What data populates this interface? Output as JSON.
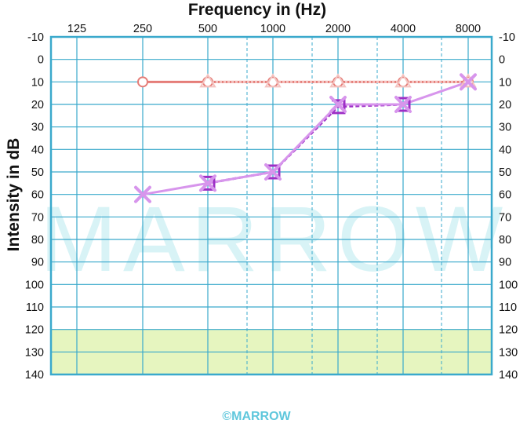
{
  "chart_data": {
    "type": "line",
    "title": "Frequency in (Hz)",
    "xlabel": "Frequency in (Hz)",
    "ylabel": "Intensity in dB",
    "x_categories": [
      "125",
      "250",
      "500",
      "1000",
      "2000",
      "4000",
      "8000"
    ],
    "x_dashed_categories": [
      "750",
      "1500",
      "3000",
      "6000"
    ],
    "y_ticks": [
      -10,
      0,
      10,
      20,
      30,
      40,
      50,
      60,
      70,
      80,
      90,
      100,
      110,
      120,
      130,
      140
    ],
    "ylim": [
      -10,
      140
    ],
    "y_inverted": true,
    "grid": true,
    "shaded_band": {
      "from": 120,
      "to": 140,
      "color": "#e6f5bf"
    },
    "series": [
      {
        "marker": "circle",
        "color": "#e57d78",
        "style": "solid",
        "x": [
          "250",
          "500",
          "1000",
          "2000",
          "4000",
          "8000"
        ],
        "values": [
          10,
          10,
          10,
          10,
          10,
          10
        ]
      },
      {
        "marker": "triangle",
        "color": "#f4c3c0",
        "style": "dashed",
        "x": [
          "500",
          "1000",
          "2000",
          "4000",
          "8000"
        ],
        "values": [
          10,
          10,
          10,
          10,
          10
        ]
      },
      {
        "marker": "bracket",
        "color": "#9d2fc6",
        "style": "dashed",
        "x": [
          "500",
          "1000",
          "2000",
          "4000"
        ],
        "values": [
          55,
          50,
          21,
          20
        ]
      },
      {
        "marker": "cross",
        "color": "#d795ec",
        "style": "solid",
        "x": [
          "250",
          "500",
          "1000",
          "2000",
          "4000",
          "8000"
        ],
        "values": [
          60,
          55,
          50,
          20,
          20,
          10
        ]
      }
    ]
  },
  "watermark": "MARROW",
  "footer": "©MARROW",
  "colors": {
    "grid": "#3aa9cc",
    "axis_frame": "#3aa9cc",
    "footer": "#5fc7dc"
  }
}
